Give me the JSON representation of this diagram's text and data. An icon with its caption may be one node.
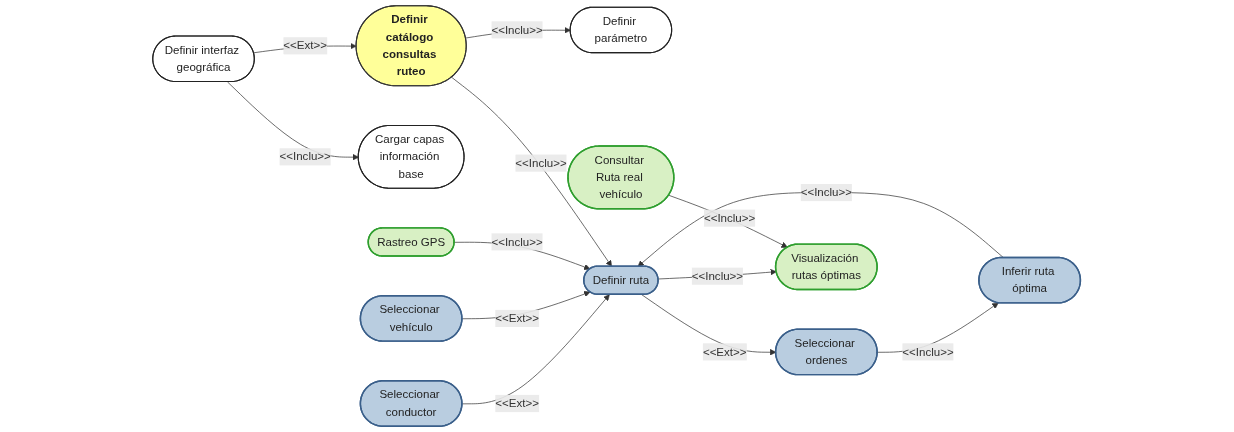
{
  "diagram": {
    "nodes": [
      {
        "text": [
          "Inferir ruta óptima"
        ]
      },
      {
        "text": [
          "Seleccionar ordenes"
        ]
      },
      {
        "text": [
          "Definir parámetro"
        ]
      },
      {
        "text": [
          "Definir interfaz geográfica"
        ]
      },
      {
        "text": [
          "Cargar capas información base"
        ]
      },
      {
        "text": [
          "Seleccionar conductor"
        ]
      },
      {
        "text": [
          "Definir ruta"
        ]
      },
      {
        "text": [
          "Definir catálogo consultas ruteo"
        ]
      },
      {
        "text": [
          "Seleccionar vehículo"
        ]
      },
      {
        "text": [
          "Rastreo GPS"
        ]
      },
      {
        "text": [
          "Visualización rutas óptimas"
        ]
      },
      {
        "text": [
          "Consultar Ruta real vehículo"
        ]
      }
    ],
    "edges": [
      {
        "from": 1,
        "to": 0,
        "arrow": "to",
        "label": "<<Inclu>>"
      },
      {
        "from": 0,
        "to": 6,
        "arrow": "to",
        "label": "<<Inclu>>"
      },
      {
        "from": 6,
        "to": 1,
        "arrow": "to",
        "label": "<<Ext>>"
      },
      {
        "from": 5,
        "to": 6,
        "arrow": "to",
        "label": "<<Ext>>"
      },
      {
        "from": 8,
        "to": 6,
        "arrow": "to",
        "label": "<<Ext>>"
      },
      {
        "from": 9,
        "to": 6,
        "arrow": "to",
        "label": "<<Inclu>>"
      },
      {
        "from": 6,
        "to": 10,
        "arrow": "to",
        "label": "<<Inclu>>"
      },
      {
        "from": 11,
        "to": 10,
        "arrow": "to",
        "label": "<<Inclu>>"
      },
      {
        "from": 7,
        "to": 6,
        "arrow": "to",
        "label": "<<Inclu>>"
      },
      {
        "from": 7,
        "to": 2,
        "arrow": "to",
        "label": "<<Inclu>>"
      },
      {
        "from": 3,
        "to": 7,
        "arrow": "to",
        "label": "<<Ext>>"
      },
      {
        "from": 3,
        "to": 4,
        "arrow": "to",
        "label": "<<Inclu>>"
      }
    ]
  }
}
